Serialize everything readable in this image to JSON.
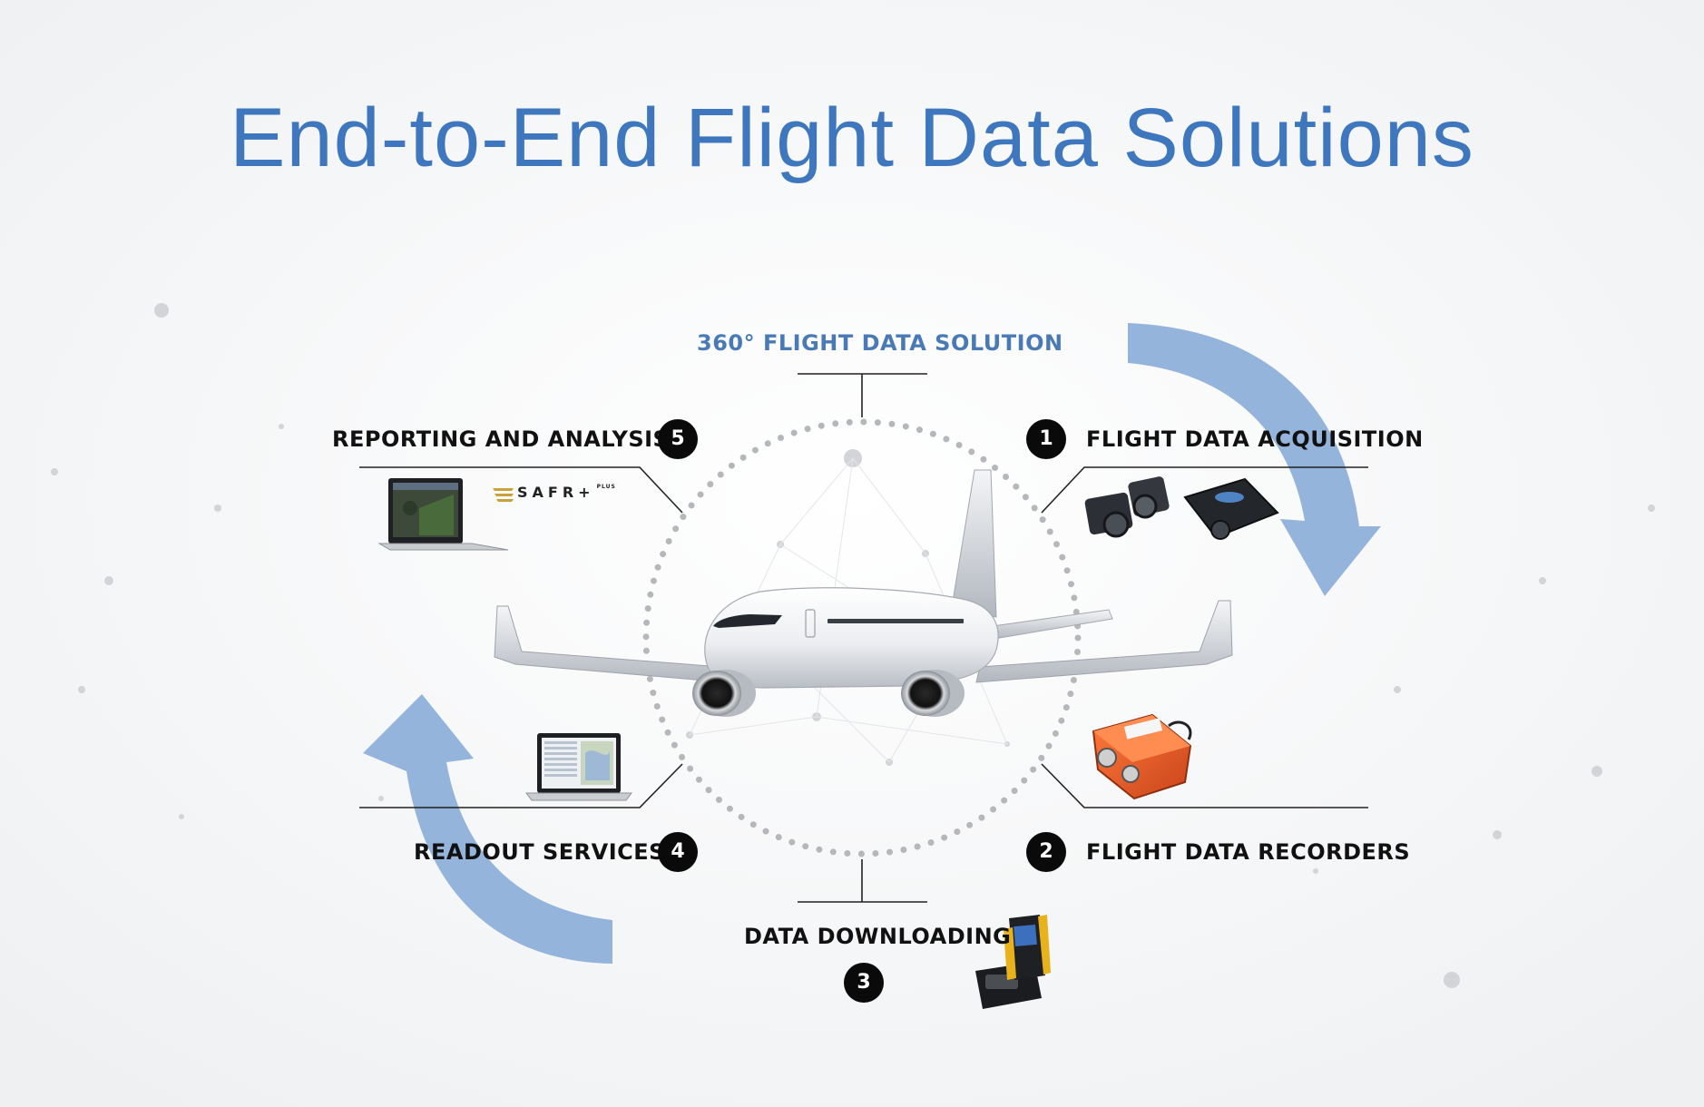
{
  "title": "End-to-End Flight Data Solutions",
  "center_label": "360° FLIGHT DATA SOLUTION",
  "steps": [
    {
      "number": "1",
      "label": "FLIGHT DATA ACQUISITION"
    },
    {
      "number": "2",
      "label": "FLIGHT DATA RECORDERS"
    },
    {
      "number": "3",
      "label": "DATA DOWNLOADING"
    },
    {
      "number": "4",
      "label": "READOUT SERVICES"
    },
    {
      "number": "5",
      "label": "REPORTING AND ANALYSIS"
    }
  ],
  "brand_logo": "SAFR+",
  "brand_logo_sup": "PLUS",
  "colors": {
    "title": "#3e77bd",
    "accent_label": "#4a7ab5",
    "arrow": "#8fb0d9",
    "text": "#111111",
    "dots": "#b8b8b8"
  },
  "icons": [
    "airplane-icon",
    "acquisition-units-icon",
    "recorder-icon",
    "handheld-downloader-icon",
    "laptop-readout-icon",
    "laptop-reporting-icon"
  ]
}
